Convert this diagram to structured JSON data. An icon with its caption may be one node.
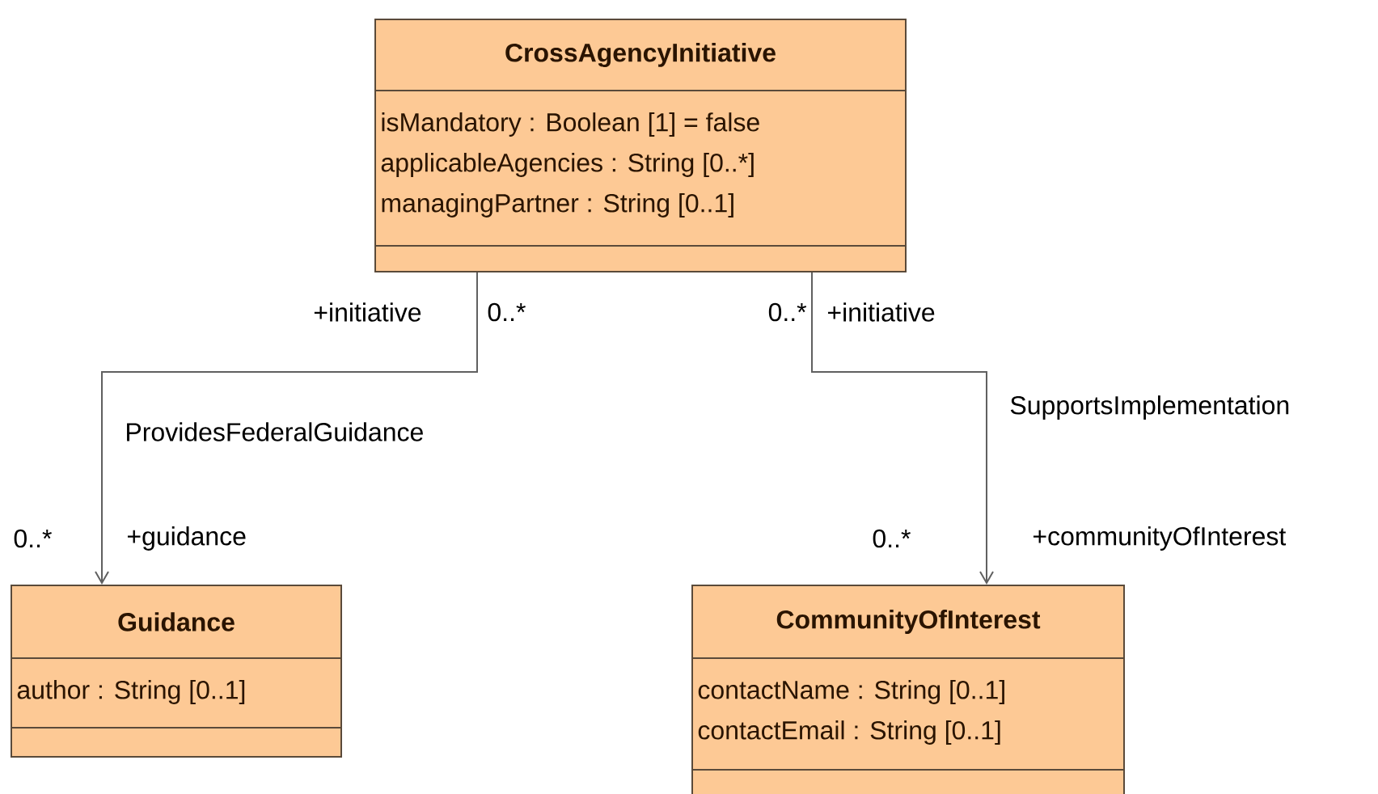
{
  "diagram": {
    "nodes": [
      {
        "text": [
          "CrossAgencyInitiative",
          "isMandatory : Boolean [1] = false",
          "applicableAgencies : String [0..*]",
          "managingPartner : String [0..1]"
        ]
      },
      {
        "text": [
          "Guidance",
          "author : String [0..1]"
        ]
      },
      {
        "text": [
          "CommunityOfInterest",
          "contactName : String [0..1]",
          "contactEmail : String [0..1]"
        ]
      }
    ],
    "edges": [
      {
        "from": 0,
        "to": 1,
        "arrow": "to",
        "label": "ProvidesFederalGuidance"
      },
      {
        "from": 0,
        "to": 2,
        "arrow": "to",
        "label": "SupportsImplementation"
      }
    ],
    "labels": [
      "+initiative",
      "0..*",
      "0..*",
      "+initiative",
      "0..*",
      "+guidance",
      "0..*",
      "+communityOfInterest"
    ]
  }
}
